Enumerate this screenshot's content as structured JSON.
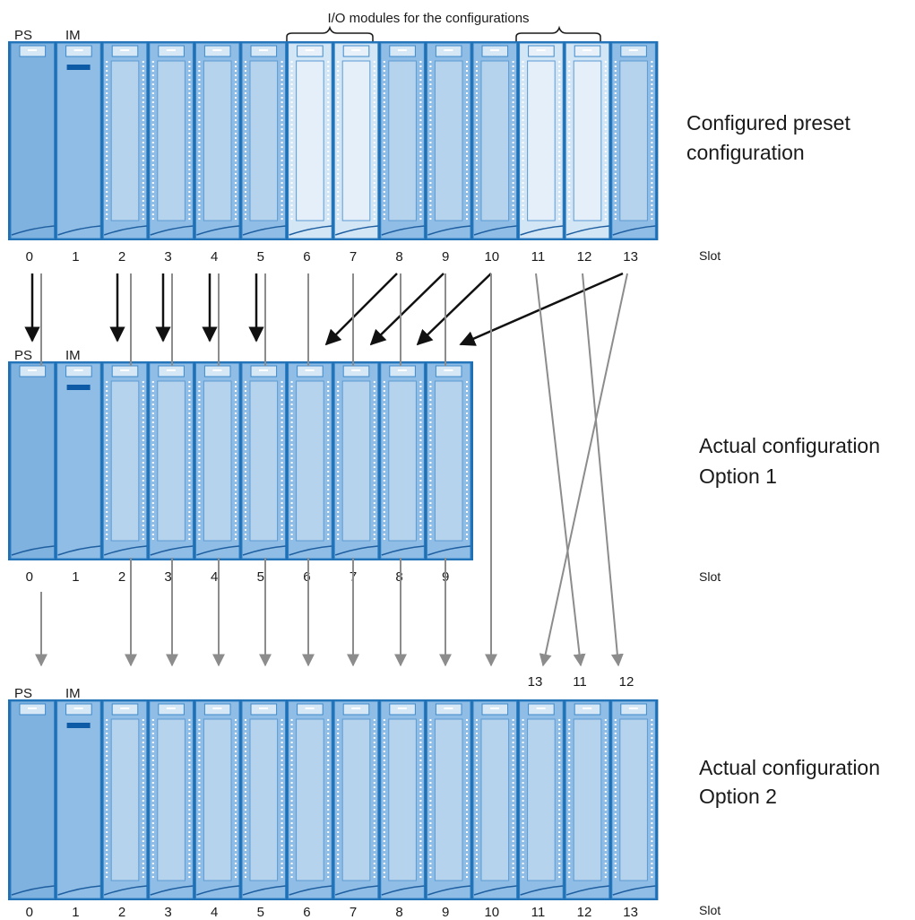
{
  "top_bracket_label": "I/O modules for the configurations",
  "module_labels": {
    "ps": "PS",
    "im": "IM"
  },
  "slot_label": "Slot",
  "colors": {
    "frame": "#1f6fb5",
    "module_fill": "#8fbde6",
    "module_inner": "#b6d3ee",
    "module_faded": "#d3e6f6",
    "ps_fill": "#7fb2df",
    "arrow_black": "#111111",
    "arrow_gray": "#8c8c8c"
  },
  "rows": [
    {
      "id": "preset",
      "title_line1": "Configured preset",
      "title_line2": "configuration",
      "slots": [
        "0",
        "1",
        "2",
        "3",
        "4",
        "5",
        "6",
        "7",
        "8",
        "9",
        "10",
        "11",
        "12",
        "13"
      ],
      "faded_slots": [
        6,
        7,
        11,
        12
      ]
    },
    {
      "id": "option1",
      "title_line1": "Actual configuration",
      "title_line2": "Option 1",
      "slots": [
        "0",
        "1",
        "2",
        "3",
        "4",
        "5",
        "6",
        "7",
        "8",
        "9"
      ],
      "faded_slots": []
    },
    {
      "id": "option2",
      "title_line1": "Actual configuration",
      "title_line2": "Option 2",
      "slots": [
        "0",
        "1",
        "2",
        "3",
        "4",
        "5",
        "6",
        "7",
        "8",
        "9",
        "10",
        "11",
        "12",
        "13"
      ],
      "faded_slots": []
    }
  ],
  "option2_extra_numbers": [
    "13",
    "11",
    "12"
  ]
}
